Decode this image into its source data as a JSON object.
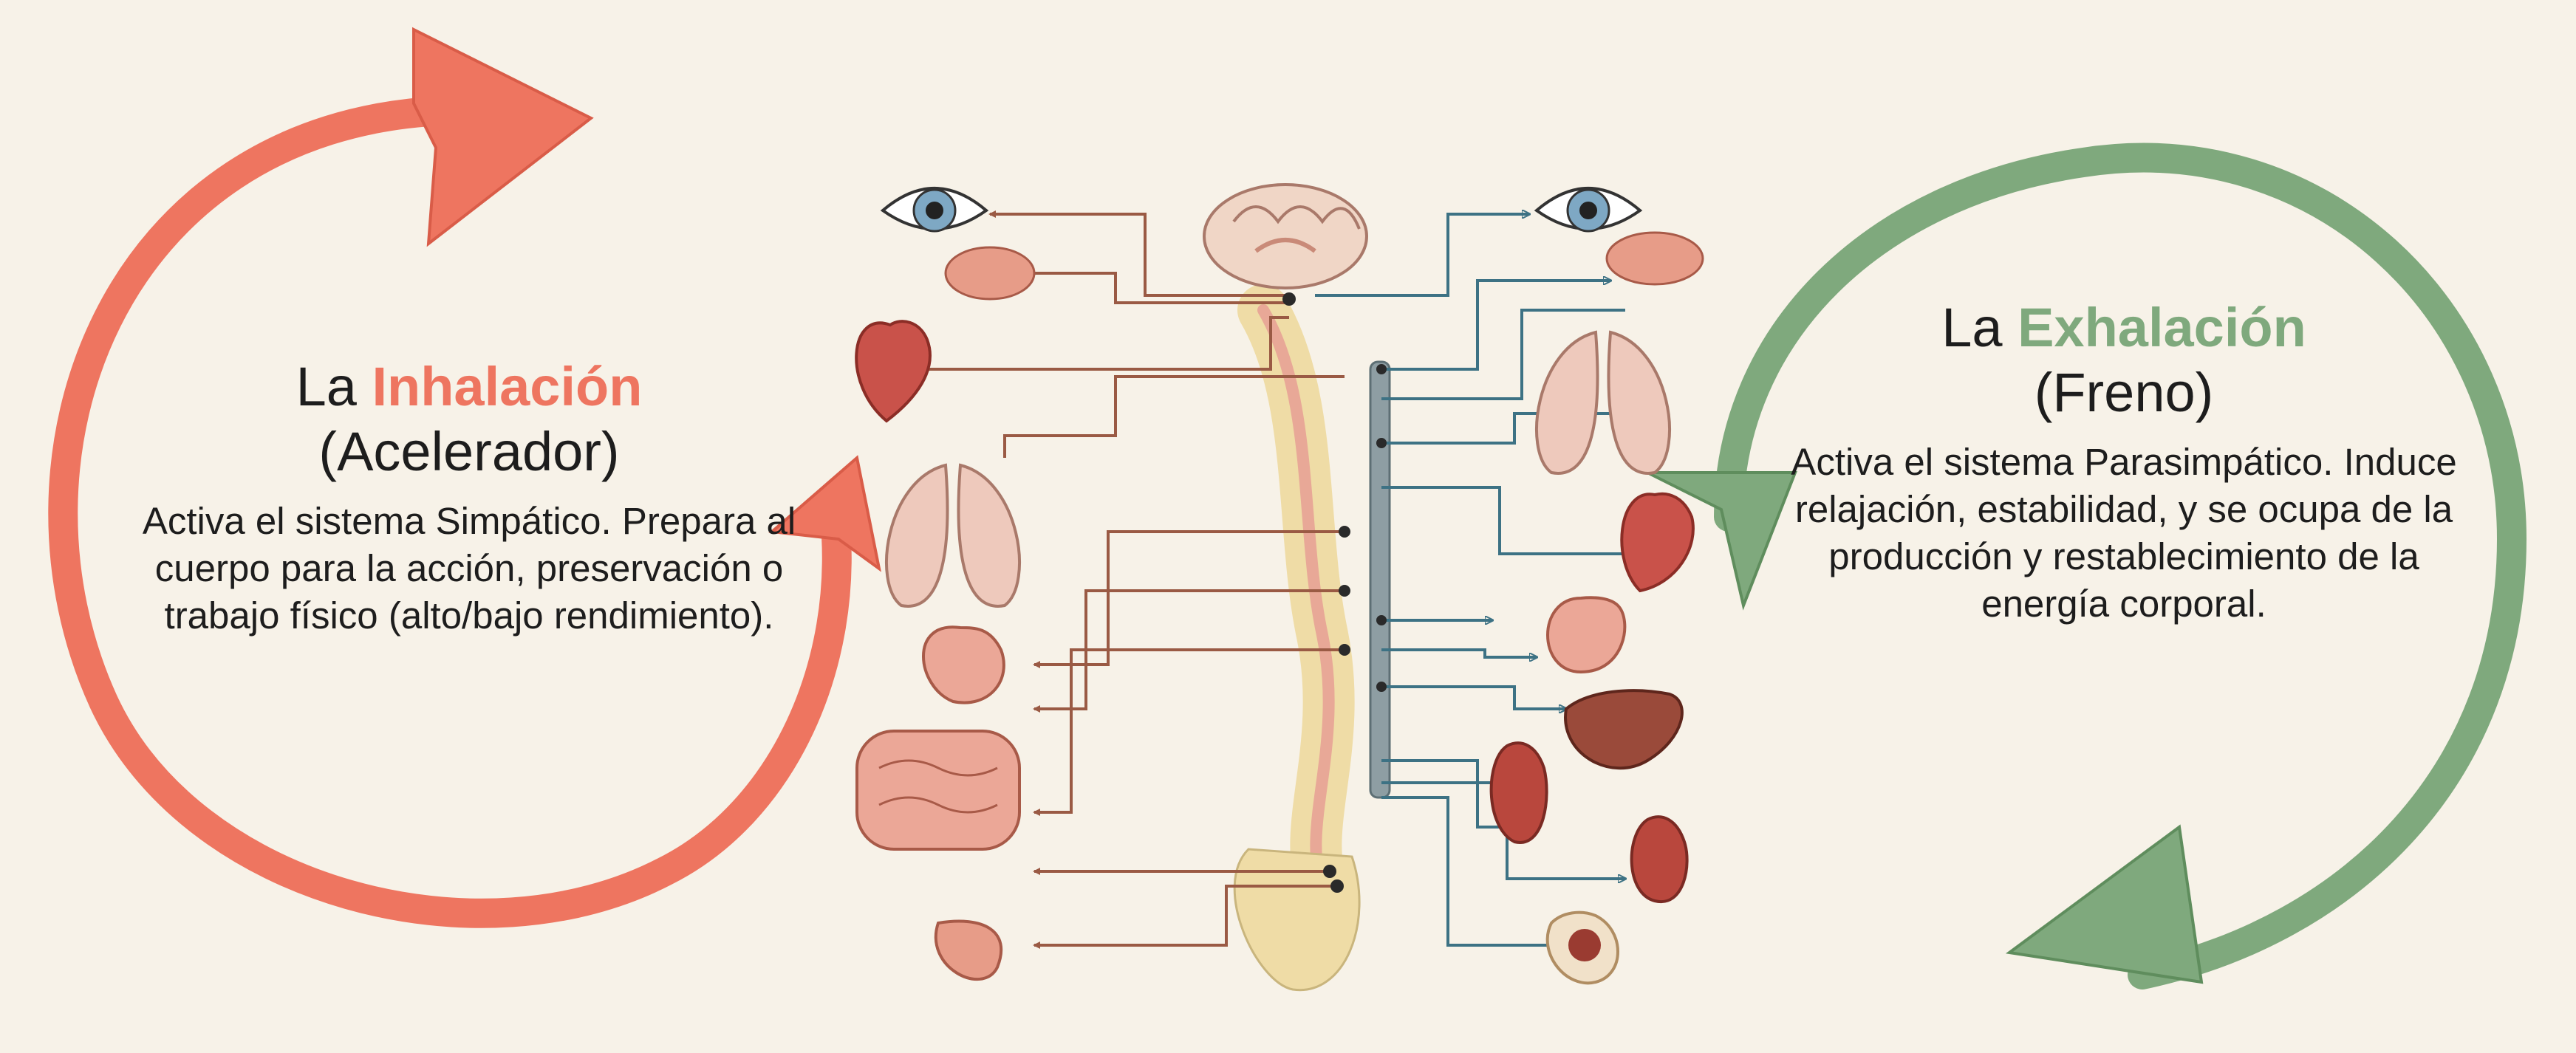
{
  "left": {
    "title_prefix": "La ",
    "title_accent": "Inhalación",
    "subtitle": "(Acelerador)",
    "body": "Activa el sistema Simpático. Prepara al cuerpo para la acción, preservación o trabajo físico (alto/bajo rendimiento).",
    "accent_color": "#ee7560"
  },
  "right": {
    "title_prefix": "La ",
    "title_accent": "Exhalación",
    "subtitle": "(Freno)",
    "body": "Activa el sistema Parasimpático. Induce relajación, estabilidad, y se ocupa de la producción y restablecimiento de la energía corporal.",
    "accent_color": "#7fa97d"
  },
  "colors": {
    "background": "#f7f2e8",
    "sympathetic_line": "#9a5a44",
    "parasympathetic_line": "#3d7284",
    "organ_red": "#c9524a",
    "organ_pink": "#eba797",
    "spine": "#efdca6",
    "chain": "#8e9ea3"
  },
  "icons": {
    "left_cycle": "red-circular-arrow-icon",
    "right_cycle": "green-circular-arrow-icon",
    "brain": "brain-icon",
    "spine": "spinal-cord-icon",
    "eye": "eye-icon",
    "salivary": "salivary-gland-icon",
    "heart": "heart-icon",
    "lungs": "lungs-icon",
    "stomach": "stomach-icon",
    "intestine": "intestine-icon",
    "bladder": "bladder-icon",
    "liver": "liver-icon",
    "kidney": "kidney-icon",
    "pancreas": "pancreas-icon"
  }
}
